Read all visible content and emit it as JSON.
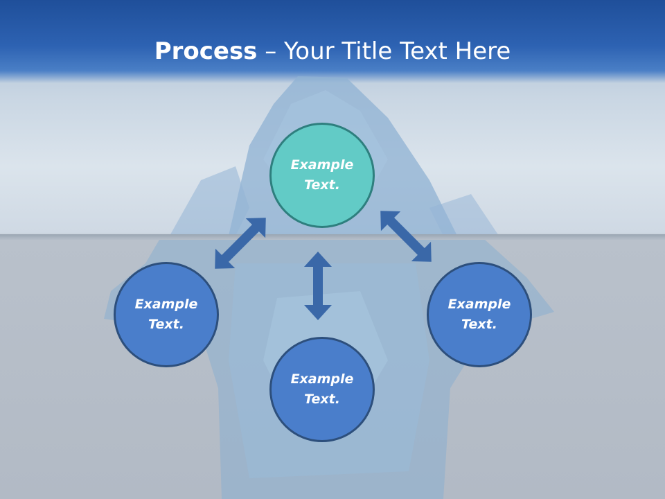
{
  "title": {
    "bold": "Process",
    "rest": " – Your Title Text Here"
  },
  "nodes": {
    "top": "Example Text.",
    "left": "Example Text.",
    "right": "Example Text.",
    "bottom": "Example Text."
  },
  "colors": {
    "title_band": "#2d62b2",
    "node_blue": "#4a7ecb",
    "node_teal": "#62cbc6",
    "arrow": "#3a68a8"
  }
}
